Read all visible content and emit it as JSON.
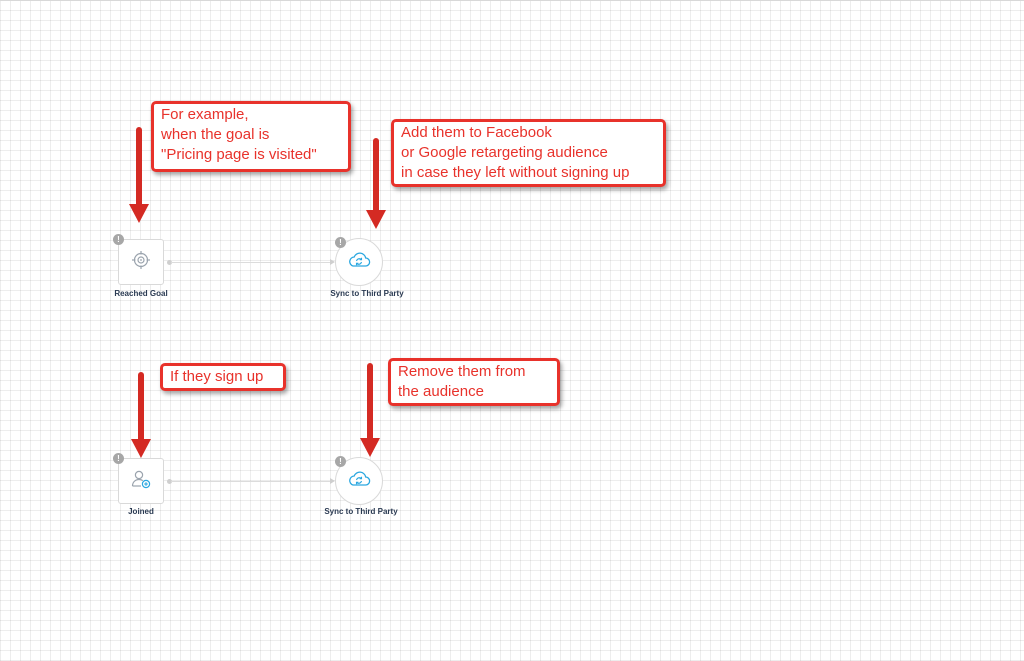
{
  "canvas": {
    "background": "#ffffff",
    "accent_red": "#e8322b",
    "sync_blue": "#2aa7e0"
  },
  "workflow_1": {
    "trigger": {
      "label": "Reached Goal",
      "icon": "target-icon",
      "warning": "!"
    },
    "action": {
      "label": "Sync to Third Party",
      "icon": "cloud-sync-icon",
      "warning": "!"
    }
  },
  "workflow_2": {
    "trigger": {
      "label": "Joined",
      "icon": "user-add-icon",
      "warning": "!"
    },
    "action": {
      "label": "Sync to Third Party",
      "icon": "cloud-sync-icon",
      "warning": "!"
    }
  },
  "annotations": {
    "goal_example": [
      "For example,",
      "when the goal is",
      "\"Pricing page is visited\""
    ],
    "add_audience": [
      "Add them to Facebook",
      "or Google retargeting audience",
      "in case they left without signing up"
    ],
    "sign_up": [
      "If they sign up"
    ],
    "remove_audience": [
      "Remove them from",
      "the audience"
    ]
  }
}
